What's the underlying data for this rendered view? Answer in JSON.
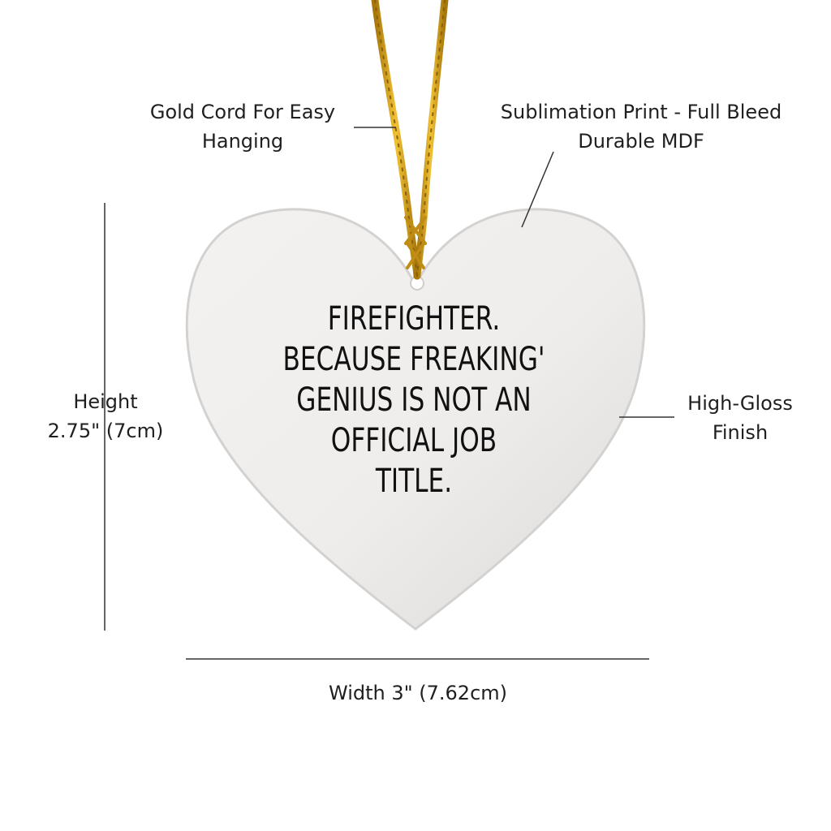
{
  "callouts": {
    "cord": [
      "Gold Cord For Easy",
      "Hanging"
    ],
    "print": [
      "Sublimation Print - Full Bleed",
      "Durable MDF"
    ],
    "finish": [
      "High-Gloss",
      "Finish"
    ]
  },
  "dimensions": {
    "height": [
      "Height",
      "2.75\" (7cm)"
    ],
    "width": "Width 3\" (7.62cm)"
  },
  "ornament": {
    "message_lines": [
      "FIREFIGHTER.",
      "BECAUSE FREAKING'",
      "GENIUS IS NOT AN",
      "OFFICIAL JOB",
      "TITLE."
    ]
  },
  "colors": {
    "cord": "#d6a21a",
    "ornament": "#f1efed",
    "lines": "#333333"
  }
}
